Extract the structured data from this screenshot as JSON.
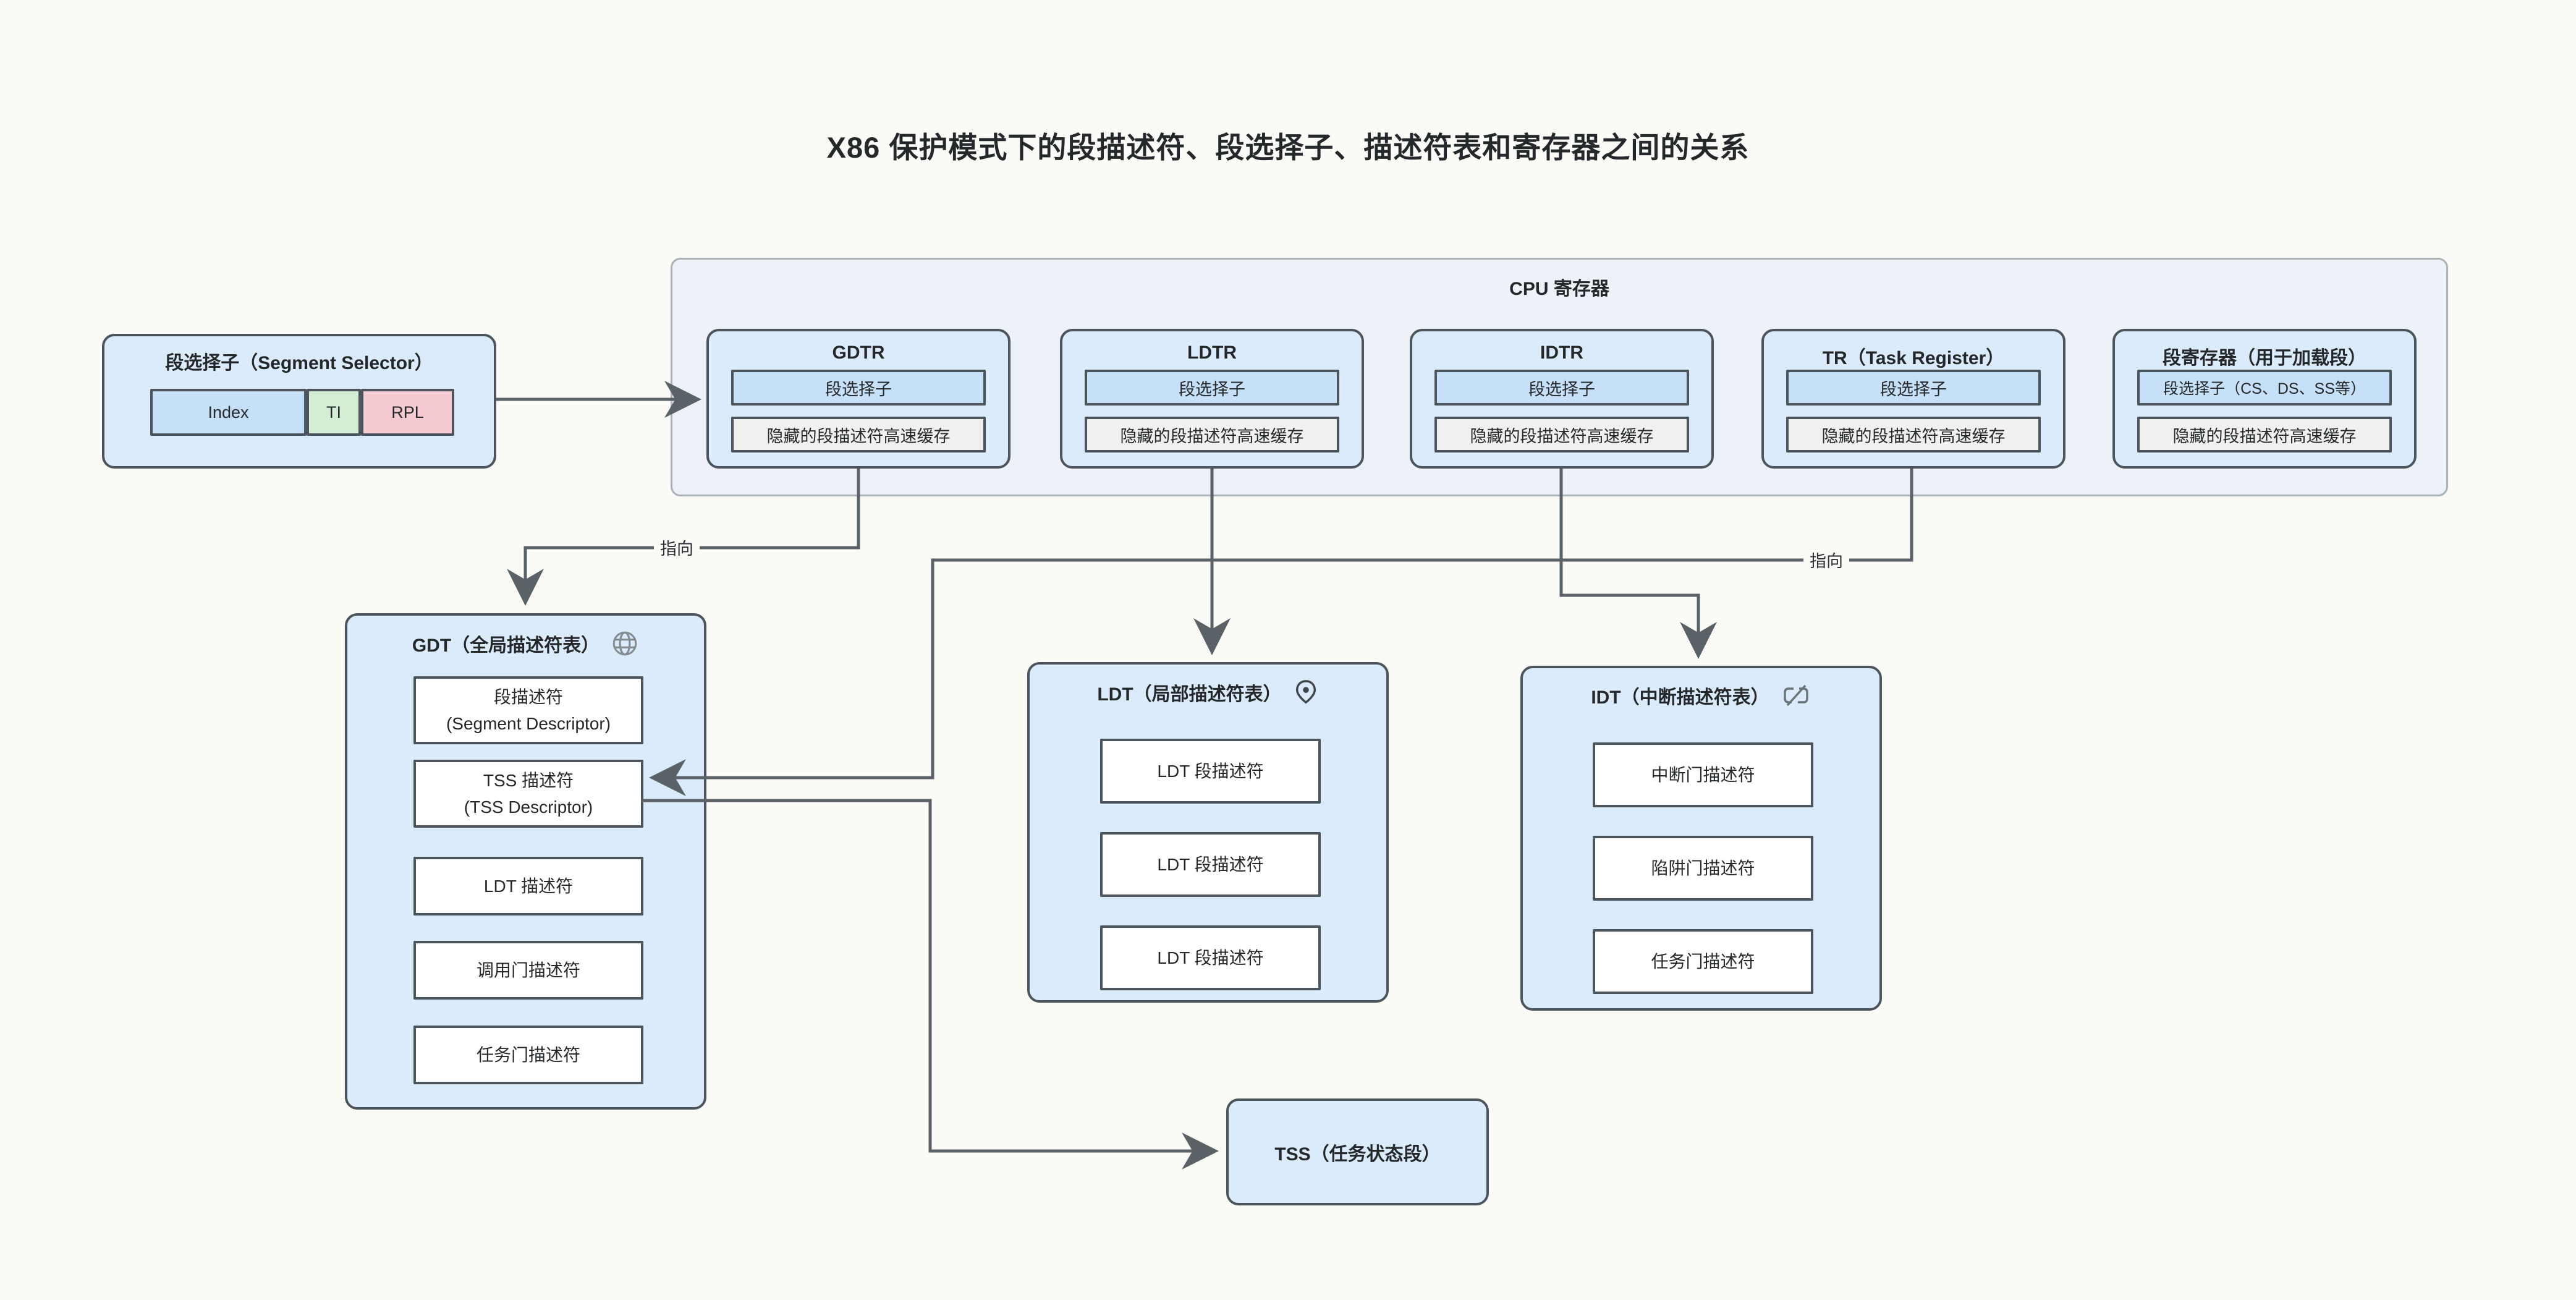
{
  "title": "X86 保护模式下的段描述符、段选择子、描述符表和寄存器之间的关系",
  "selector_box": {
    "title": "段选择子（Segment Selector）",
    "fields": [
      {
        "label": "Index",
        "color": "#c6e0f7"
      },
      {
        "label": "TI",
        "color": "#d4eed6"
      },
      {
        "label": "RPL",
        "color": "#f5cbd1"
      }
    ]
  },
  "cpu_box": {
    "title": "CPU 寄存器",
    "registers": [
      {
        "title": "GDTR",
        "selector": "段选择子",
        "cache": "隐藏的段描述符高速缓存"
      },
      {
        "title": "LDTR",
        "selector": "段选择子",
        "cache": "隐藏的段描述符高速缓存"
      },
      {
        "title": "IDTR",
        "selector": "段选择子",
        "cache": "隐藏的段描述符高速缓存"
      },
      {
        "title": "TR（Task Register）",
        "selector": "段选择子",
        "cache": "隐藏的段描述符高速缓存"
      },
      {
        "title": "段寄存器（用于加载段）",
        "selector": "段选择子（CS、DS、SS等）",
        "cache": "隐藏的段描述符高速缓存"
      }
    ]
  },
  "gdt": {
    "title": "GDT（全局描述符表）",
    "icon": "globe-icon",
    "items": [
      {
        "line1": "段描述符",
        "line2": "(Segment Descriptor)"
      },
      {
        "line1": "TSS 描述符",
        "line2": "(TSS Descriptor)"
      },
      {
        "line1": "LDT 描述符",
        "line2": ""
      },
      {
        "line1": "调用门描述符",
        "line2": ""
      },
      {
        "line1": "任务门描述符",
        "line2": ""
      }
    ]
  },
  "ldt": {
    "title": "LDT（局部描述符表）",
    "icon": "map-pin-icon",
    "items": [
      "LDT 段描述符",
      "LDT 段描述符",
      "LDT 段描述符"
    ]
  },
  "idt": {
    "title": "IDT（中断描述符表）",
    "icon": "slashed-box-icon",
    "items": [
      "中断门描述符",
      "陷阱门描述符",
      "任务门描述符"
    ]
  },
  "tss_box": {
    "title": "TSS（任务状态段）"
  },
  "labels": {
    "pointer1": "指向",
    "pointer2": "指向"
  },
  "colors": {
    "page_bg": "#fafbf7",
    "node_fill": "#dcebfb",
    "node_border": "#4d555c",
    "cpu_fill": "#edf2f8",
    "cpu_border": "#aab1b7",
    "selector_row_fill": "#c6e0f7",
    "cache_row_fill": "#f0f1ef",
    "index_fill": "#c6e0f7",
    "ti_fill": "#d4eed6",
    "rpl_fill": "#f5cbd1",
    "line": "#5a6167",
    "text": "#24282b"
  }
}
